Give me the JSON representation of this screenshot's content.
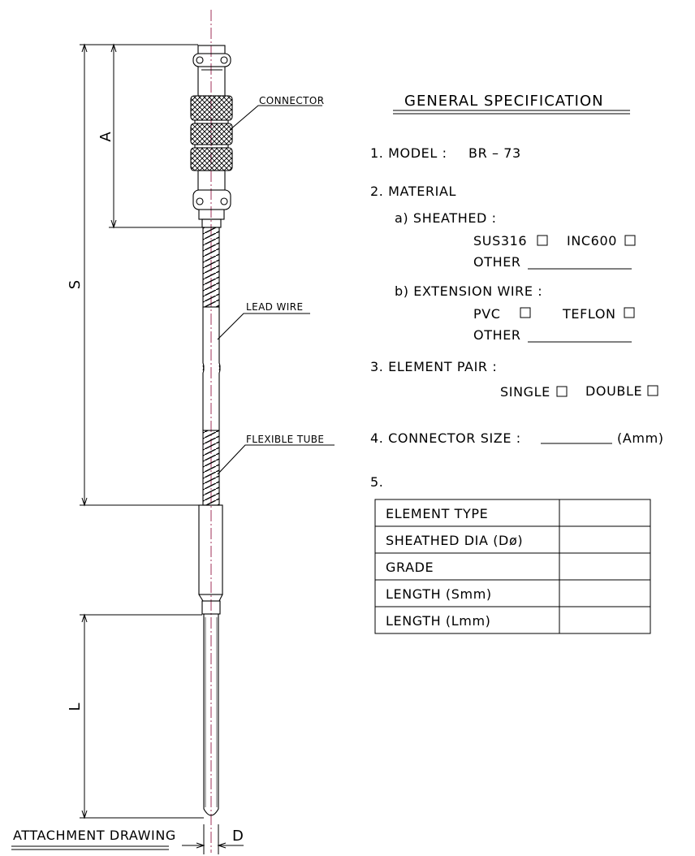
{
  "drawing": {
    "labels": {
      "connector": "CONNECTOR",
      "lead_wire": "LEAD WIRE",
      "flexible_tube": "FLEXIBLE TUBE",
      "attachment_drawing": "ATTACHMENT DRAWING"
    },
    "dimensions": {
      "a": "A",
      "s": "S",
      "l": "L",
      "d": "D"
    }
  },
  "spec": {
    "title": "GENERAL SPECIFICATION",
    "model": {
      "label": "1. MODEL :",
      "value": "BR – 73"
    },
    "material": {
      "label": "2. MATERIAL",
      "sheathed": {
        "label": "a) SHEATHED :",
        "opt1": "SUS316",
        "opt2": "INC600",
        "other": "OTHER"
      },
      "extension": {
        "label": "b) EXTENSION WIRE :",
        "opt1": "PVC",
        "opt2": "TEFLON",
        "other": "OTHER"
      }
    },
    "element_pair": {
      "label": "3. ELEMENT PAIR :",
      "opt1": "SINGLE",
      "opt2": "DOUBLE"
    },
    "connector_size": {
      "label": "4. CONNECTOR SIZE :",
      "unit": "(Amm)"
    },
    "item5": "5.",
    "table_rows": [
      "ELEMENT TYPE",
      "SHEATHED DIA (Dø)",
      "GRADE",
      "LENGTH (Smm)",
      "LENGTH (Lmm)"
    ]
  }
}
